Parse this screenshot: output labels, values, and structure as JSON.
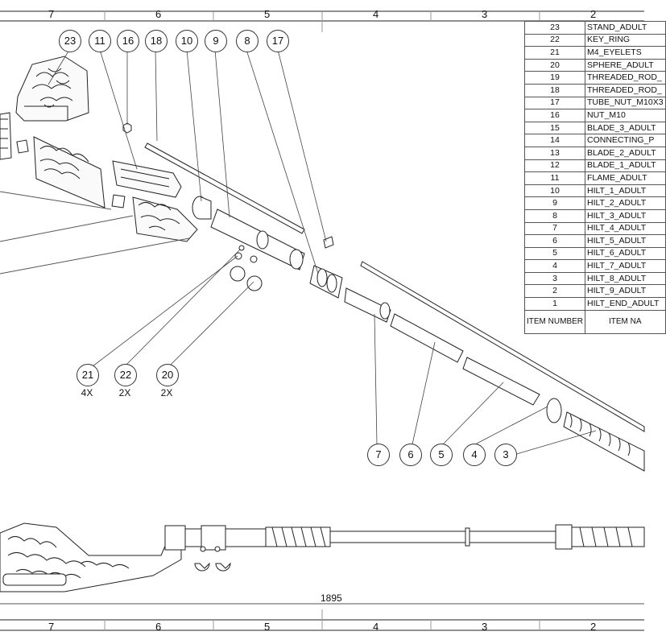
{
  "zones": [
    "7",
    "6",
    "5",
    "4",
    "3",
    "2"
  ],
  "bom": {
    "rows": [
      {
        "num": "23",
        "name": "STAND_ADULT"
      },
      {
        "num": "22",
        "name": "KEY_RING"
      },
      {
        "num": "21",
        "name": "M4_EYELETS"
      },
      {
        "num": "20",
        "name": "SPHERE_ADULT"
      },
      {
        "num": "19",
        "name": "THREADED_ROD_"
      },
      {
        "num": "18",
        "name": "THREADED_ROD_"
      },
      {
        "num": "17",
        "name": "TUBE_NUT_M10X3"
      },
      {
        "num": "16",
        "name": "NUT_M10"
      },
      {
        "num": "15",
        "name": "BLADE_3_ADULT"
      },
      {
        "num": "14",
        "name": "CONNECTING_P"
      },
      {
        "num": "13",
        "name": "BLADE_2_ADULT"
      },
      {
        "num": "12",
        "name": "BLADE_1_ADULT"
      },
      {
        "num": "11",
        "name": "FLAME_ADULT"
      },
      {
        "num": "10",
        "name": "HILT_1_ADULT"
      },
      {
        "num": "9",
        "name": "HILT_2_ADULT"
      },
      {
        "num": "8",
        "name": "HILT_3_ADULT"
      },
      {
        "num": "7",
        "name": "HILT_4_ADULT"
      },
      {
        "num": "6",
        "name": "HILT_5_ADULT"
      },
      {
        "num": "5",
        "name": "HILT_6_ADULT"
      },
      {
        "num": "4",
        "name": "HILT_7_ADULT"
      },
      {
        "num": "3",
        "name": "HILT_8_ADULT"
      },
      {
        "num": "2",
        "name": "HILT_9_ADULT"
      },
      {
        "num": "1",
        "name": "HILT_END_ADULT"
      }
    ],
    "header_num": "ITEM NUMBER",
    "header_name": "ITEM NA"
  },
  "balloons_top": [
    "23",
    "11",
    "16",
    "18",
    "10",
    "9",
    "8",
    "17"
  ],
  "balloons_left": [
    {
      "num": "21",
      "qty": "4X"
    },
    {
      "num": "22",
      "qty": "2X"
    },
    {
      "num": "20",
      "qty": "2X"
    }
  ],
  "balloons_bottom": [
    "7",
    "6",
    "5",
    "4",
    "3"
  ],
  "dimension": "1895"
}
